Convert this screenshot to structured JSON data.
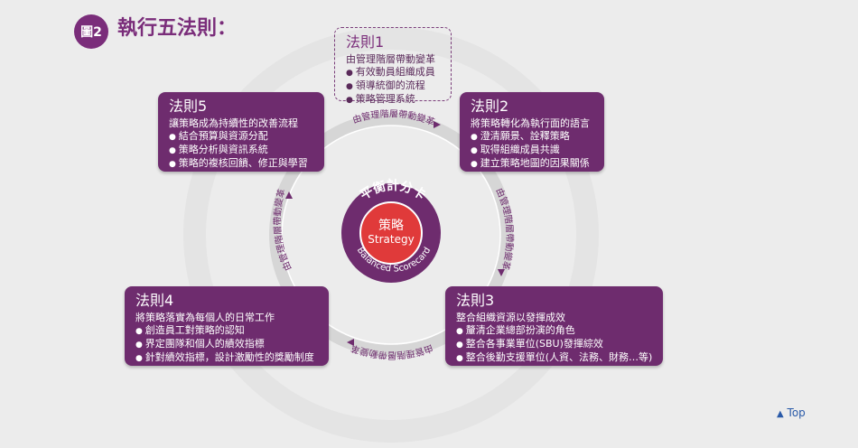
{
  "figure_label": "圖2",
  "title": "執行五法則：",
  "center": {
    "arc_top": "平衡計分卡",
    "arc_bottom": "Balanced Scorecard",
    "inner_zh": "策略",
    "inner_en": "Strategy"
  },
  "ring_label": "由管理階層帶動變革",
  "rules": [
    {
      "heading": "法則1",
      "subtitle": "由管理階層帶動變革",
      "items": [
        "有效動員組織成員",
        "領導統御的流程",
        "策略管理系統"
      ]
    },
    {
      "heading": "法則2",
      "subtitle": "將策略轉化為執行面的語言",
      "items": [
        "澄清願景、詮釋策略",
        "取得組織成員共識",
        "建立策略地圖的因果關係"
      ]
    },
    {
      "heading": "法則3",
      "subtitle": "整合組織資源以發揮成效",
      "items": [
        "釐清企業總部扮演的角色",
        "整合各事業單位(SBU)發揮綜效",
        "整合後勤支援單位(人資、法務、財務…等)"
      ]
    },
    {
      "heading": "法則4",
      "subtitle": "將策略落實為每個人的日常工作",
      "items": [
        "創造員工對策略的認知",
        "界定團隊和個人的績效指標",
        "針對績效指標，設計激勵性的獎勵制度"
      ]
    },
    {
      "heading": "法則5",
      "subtitle": "讓策略成為持續性的改善流程",
      "items": [
        "結合預算與資源分配",
        "策略分析與資訊系統",
        "策略的複核回饋、修正與學習"
      ]
    }
  ],
  "top_link": "Top",
  "colors": {
    "purple": "#6e2c6e",
    "red": "#e03a3a",
    "ring": "#dcdcdc"
  }
}
